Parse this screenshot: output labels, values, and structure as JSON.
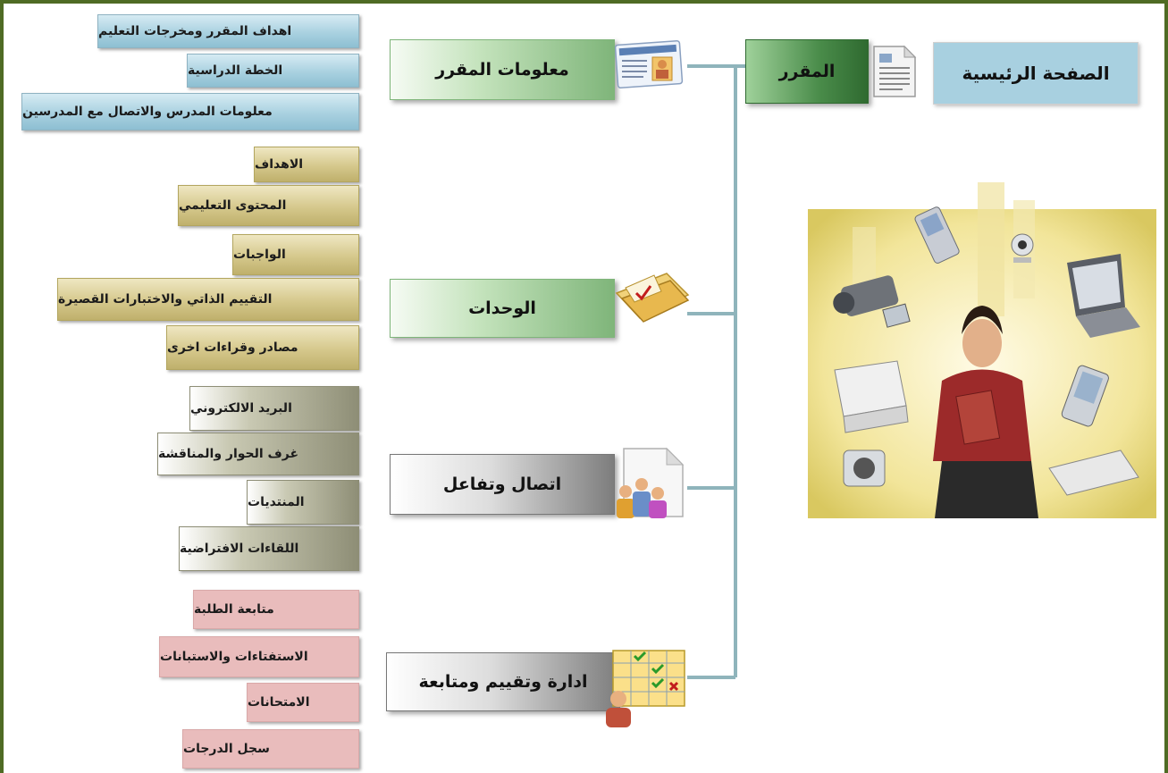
{
  "header": {
    "home_label": "الصفحة الرئيسية",
    "course_label": "المقرر"
  },
  "sections": {
    "course_info": "معلومات المقرر",
    "units": "الوحدات",
    "communication": "اتصال وتفاعل",
    "management": "ادارة وتقييم ومتابعة"
  },
  "course_info_items": [
    "اهداف المقرر ومخرجات التعليم",
    "الخطة الدراسية",
    "معلومات المدرس والاتصال مع المدرسين"
  ],
  "units_items": [
    "الاهداف",
    "المحتوى التعليمي",
    "الواجبات",
    "التقييم الذاتي والاختبارات القصيرة",
    "مصادر وقراءات اخرى"
  ],
  "communication_items": [
    "البريد الالكتروني",
    "غرف الحوار والمناقشة",
    "المنتديات",
    "اللقاءات الافتراضية"
  ],
  "management_items": [
    "متابعة الطلبة",
    "الاستفتاءات والاستبانات",
    "الامتحانات",
    "سجل الدرجات"
  ],
  "colors": {
    "frame": "#4f6b24",
    "course_button": "#4a8c4a",
    "connector": "#8fb4bb"
  }
}
